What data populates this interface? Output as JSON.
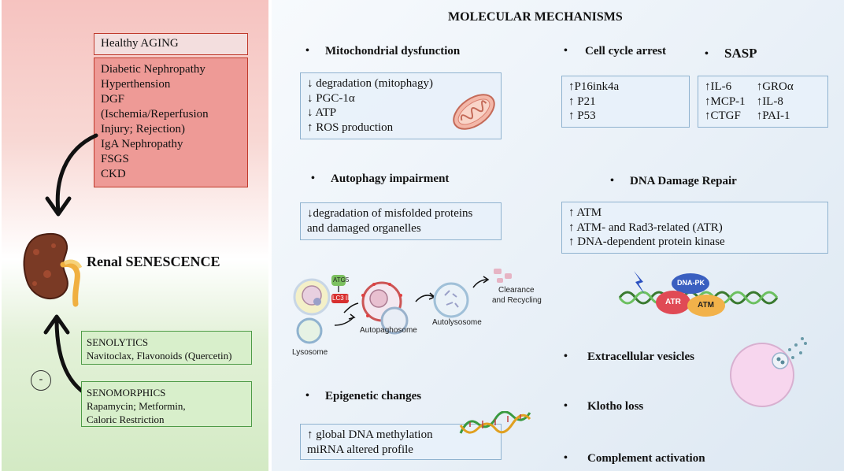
{
  "title": "MOLECULAR MECHANISMS",
  "left": {
    "healthy_aging": "Healthy AGING",
    "diseases": [
      "Diabetic Nephropathy",
      "Hyperthension",
      "DGF",
      "(Ischemia/Reperfusion",
      "Injury; Rejection)",
      "IgA Nephropathy",
      "FSGS",
      "CKD"
    ],
    "renal_senescence": "Renal SENESCENCE",
    "minus_sign": "-",
    "senolytics": {
      "title": "SENOLYTICS",
      "items": "Navitoclax,  Flavonoids  (Quercetin)"
    },
    "senomorphics": {
      "title": "SENOMORPHICS",
      "lines": [
        "Rapamycin;  Metformin,",
        "Caloric Restriction"
      ]
    }
  },
  "mechanisms": {
    "bullet": "•",
    "mito": {
      "title": "Mitochondrial dysfunction",
      "lines": [
        "↓ degradation (mitophagy)",
        "↓ PGC-1α",
        "↓ ATP",
        "↑ ROS production"
      ]
    },
    "cell_cycle": {
      "title": "Cell cycle arrest",
      "lines": [
        "↑P16ink4a",
        "↑ P21",
        "↑ P53"
      ]
    },
    "sasp": {
      "title": "SASP",
      "col1": [
        "↑IL-6",
        "↑MCP-1",
        "↑CTGF"
      ],
      "col2": [
        "↑GROα",
        "↑IL-8",
        "↑PAI-1"
      ]
    },
    "autophagy": {
      "title": "Autophagy impairment",
      "lines": [
        "↓degradation of misfolded proteins",
        "and damaged organelles"
      ]
    },
    "dna": {
      "title": "DNA Damage Repair",
      "lines": [
        "↑ ATM",
        "↑ ATM- and Rad3-related (ATR)",
        "↑ DNA-dependent protein kinase"
      ]
    },
    "autophagy_figure": {
      "atg5": "ATG5",
      "lc3": "LC3 II",
      "lysosome": "Lysosome",
      "autophagosome": "Autopaghosome",
      "autolysosome": "Autolysosome",
      "clearance": [
        "Clearance",
        "and Recycling"
      ]
    },
    "dna_figure": {
      "dnapk": "DNA-PK",
      "atr": "ATR",
      "atm": "ATM"
    },
    "epigenetic": {
      "title": "Epigenetic changes",
      "lines": [
        "↑ global DNA methylation",
        "miRNA altered profile"
      ]
    },
    "extracellular": "Extracellular vesicles",
    "klotho": "Klotho loss",
    "complement": "Complement activation"
  }
}
